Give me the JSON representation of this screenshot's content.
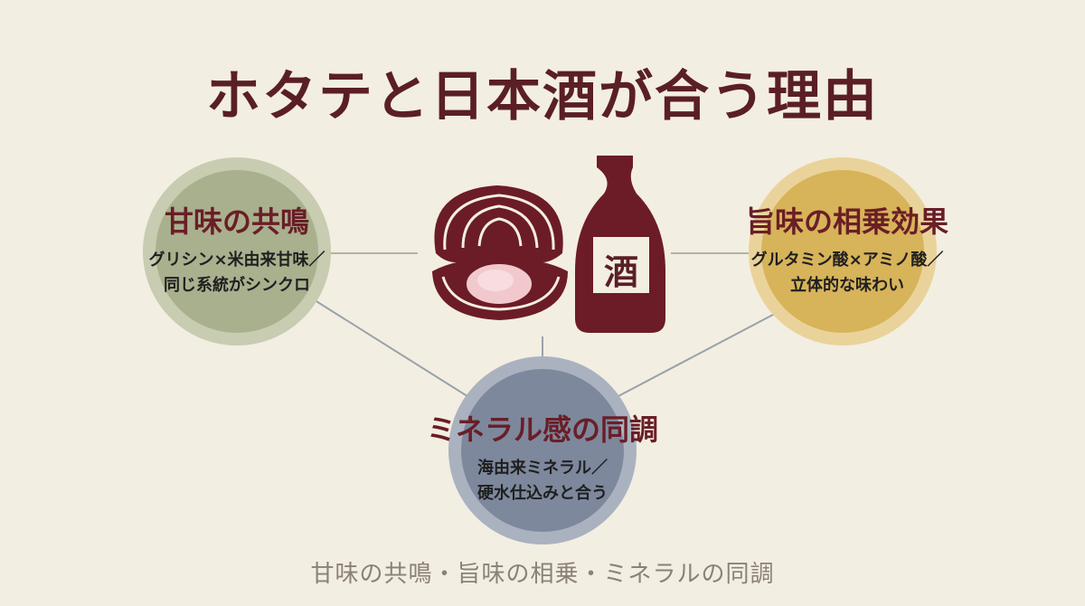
{
  "title": "ホタテと日本酒が合う理由",
  "nodes": {
    "sweet": {
      "heading": "甘味の共鳴",
      "line1": "グリシン×米由来甘味／",
      "line2": "同じ系統がシンクロ",
      "color": "#a9b08e"
    },
    "umami": {
      "heading": "旨味の相乗効果",
      "line1": "グルタミン酸×アミノ酸／",
      "line2": "立体的な味わい",
      "color": "#d7b35a"
    },
    "mineral": {
      "heading": "ミネラル感の同調",
      "line1": "海由来ミネラル／",
      "line2": "硬水仕込みと合う",
      "color": "#7d889d"
    }
  },
  "center": {
    "bottle_label": "酒"
  },
  "footer": "甘味の共鳴・旨味の相乗・ミネラルの同調",
  "colors": {
    "background": "#f3eee2",
    "accent": "#5a1f24"
  }
}
